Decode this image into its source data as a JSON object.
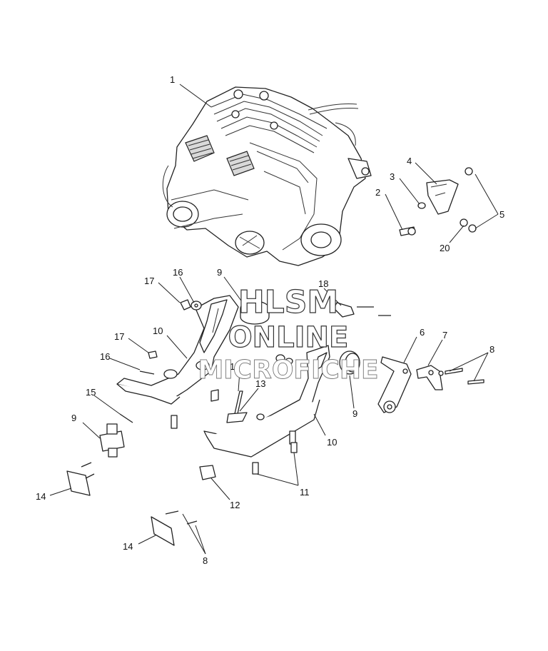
{
  "watermark": {
    "line1": "HLSM",
    "line2": "ONLINE",
    "line3": "MICROFICHE"
  },
  "callouts": {
    "c1": "1",
    "c2": "2",
    "c3": "3",
    "c4": "4",
    "c5": "5",
    "c20": "20",
    "c17a": "17",
    "c16a": "16",
    "c9a": "9",
    "c18": "18",
    "c10a": "10",
    "c17b": "17",
    "c16b": "16",
    "c15": "15",
    "c19": "19",
    "c13": "13",
    "c6": "6",
    "c7": "7",
    "c8a": "8",
    "c9b": "9",
    "c9c": "9",
    "c10b": "10",
    "c11": "11",
    "c14a": "14",
    "c12": "12",
    "c14b": "14",
    "c8b": "8"
  },
  "colors": {
    "line": "#222222",
    "background": "#ffffff",
    "frame": "#f0f0f0"
  }
}
